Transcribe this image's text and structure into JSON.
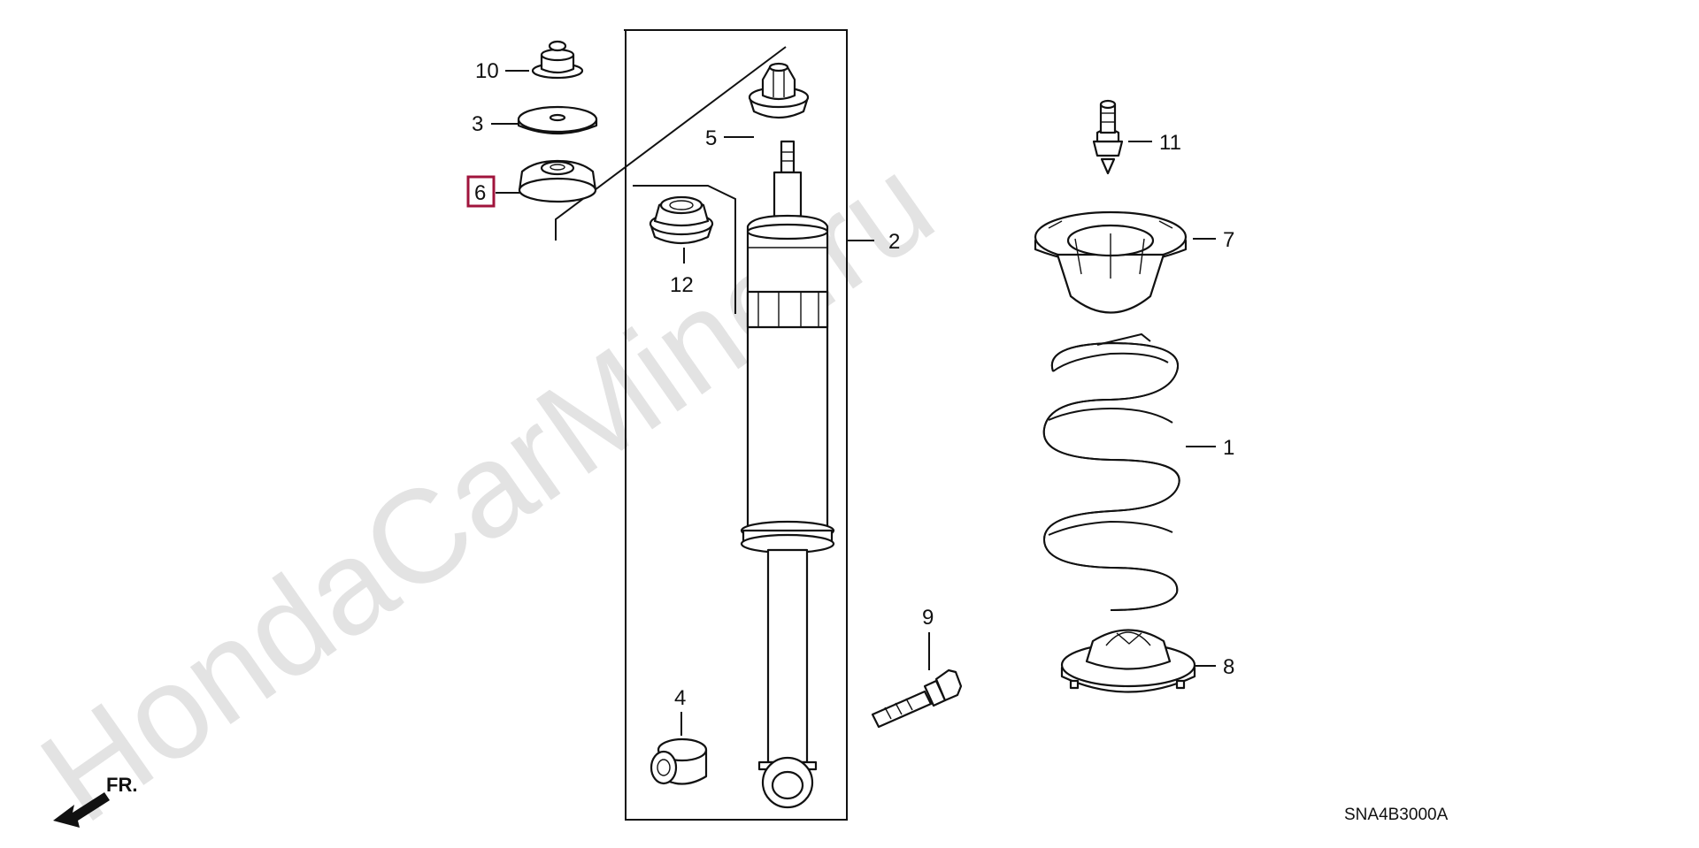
{
  "watermark": "HondaCarMine.ru",
  "diagram_code": "SNA4B3000A",
  "front_indicator": "FR.",
  "highlighted_callout": "6",
  "highlight_color": "#a0143c",
  "callouts": {
    "c1": "1",
    "c2": "2",
    "c3": "3",
    "c4": "4",
    "c5": "5",
    "c6": "6",
    "c7": "7",
    "c8": "8",
    "c9": "9",
    "c10": "10",
    "c11": "11",
    "c12": "12"
  }
}
